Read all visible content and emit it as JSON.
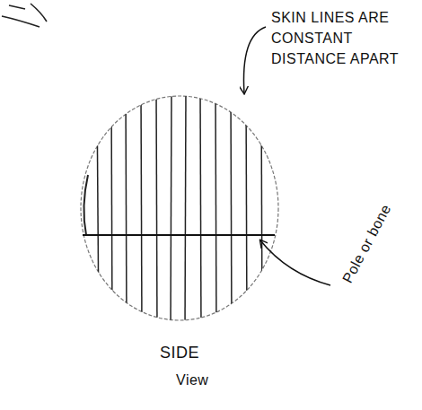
{
  "diagram": {
    "labels": [
      "SKIN LINES ARE CONSTANT DISTANCE APART",
      "Pole or bone",
      "SIDE",
      "View"
    ]
  }
}
